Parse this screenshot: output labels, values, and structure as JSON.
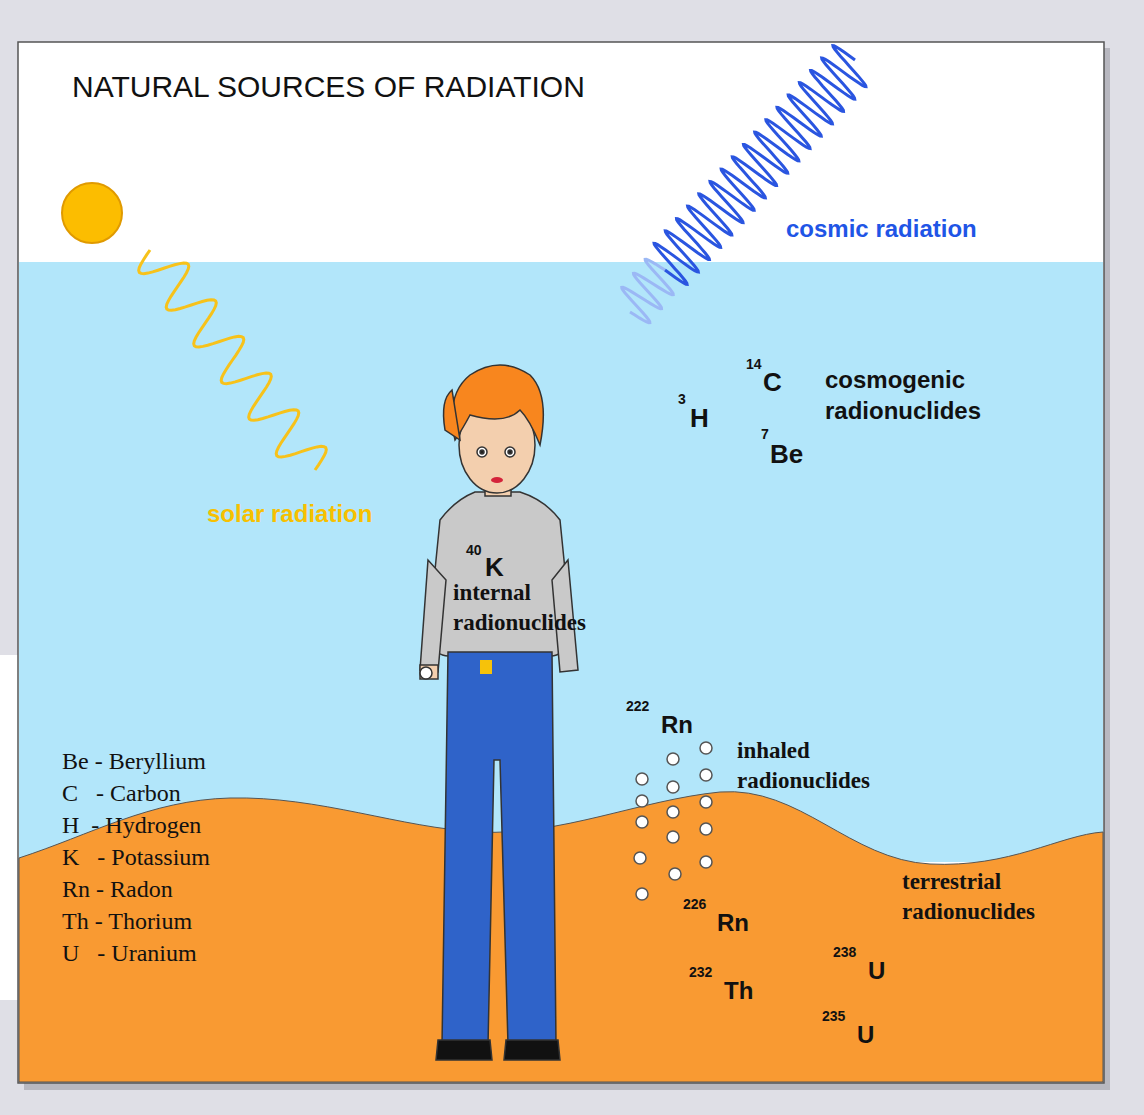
{
  "diagram": {
    "title": "NATURAL SOURCES OF RADIATION",
    "labels": [
      "cosmic radiation",
      "14",
      "C",
      "3",
      "H",
      "7",
      "Be",
      "cosmogenic radionuclides",
      "solar radiation",
      "40",
      "K",
      "internal radionuclides",
      "222",
      "Rn",
      "inhaled radionuclides",
      "226",
      "Rn",
      "terrestrial radionuclides",
      "232",
      "Th",
      "238",
      "U",
      "235",
      "U",
      "Be - Beryllium",
      "C   - Carbon",
      "H  - Hydrogen",
      "K   - Potassium",
      "Rn - Radon",
      "Th - Thorium",
      "U   - Uranium"
    ]
  }
}
